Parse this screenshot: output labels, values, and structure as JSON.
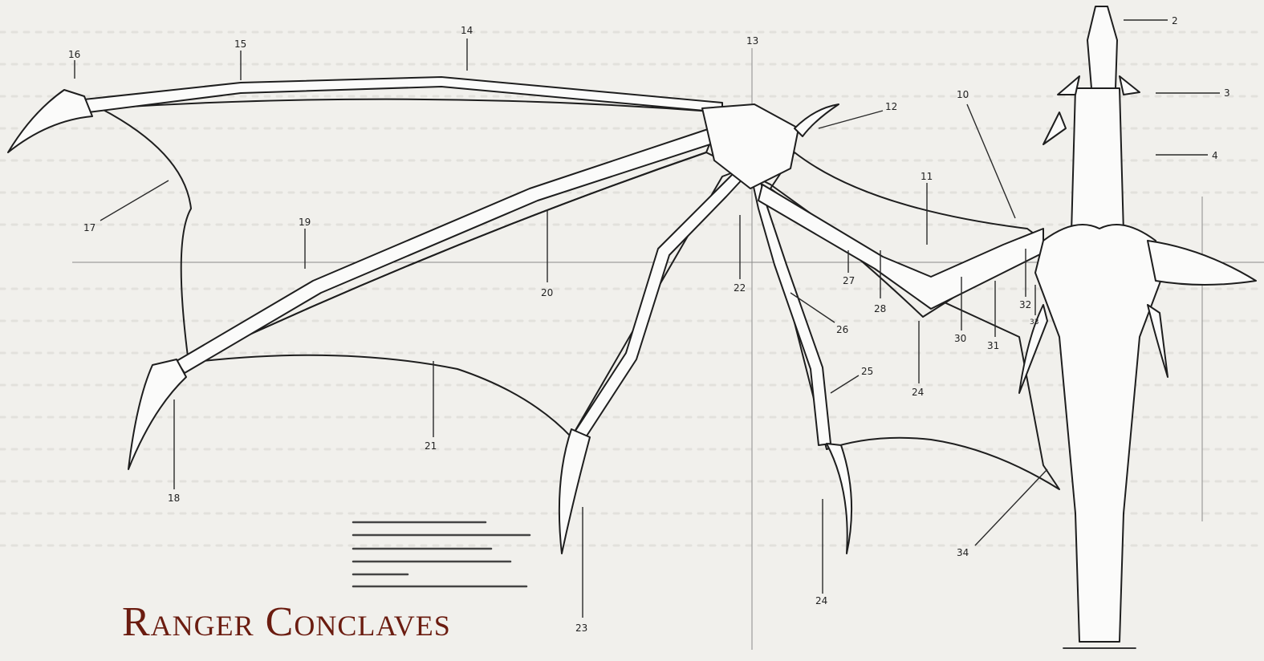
{
  "title": "Ranger Conclaves",
  "colors": {
    "background": "#f1f0ec",
    "membrane": "#d8d8d6",
    "ink": "#1e1e1e",
    "title": "#6b1c10"
  },
  "callouts": [
    "2",
    "3",
    "4",
    "10",
    "11",
    "12",
    "13",
    "14",
    "15",
    "16",
    "17",
    "18",
    "19",
    "20",
    "21",
    "22",
    "23",
    "24",
    "24",
    "25",
    "26",
    "27",
    "28",
    "30",
    "31",
    "32",
    "33",
    "34"
  ]
}
